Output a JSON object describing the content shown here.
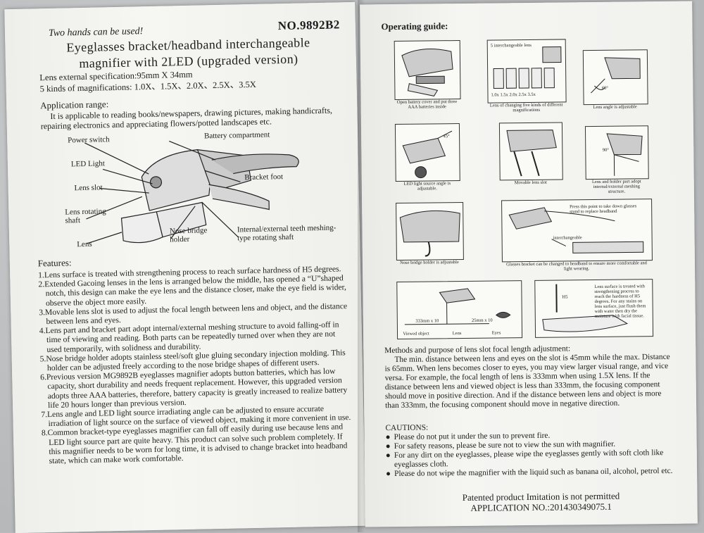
{
  "left": {
    "model_no": "NO.9892B2",
    "tagline": "Two hands can be used!",
    "title_line1": "Eyeglasses bracket/headband interchangeable",
    "title_line2": "magnifier with 2LED (upgraded version)",
    "spec_size": "Lens external specification:95mm X 34mm",
    "spec_mag": "5 kinds of magnifications: 1.0X、1.5X、2.0X、2.5X、3.5X",
    "app_head": "Application range:",
    "app_text": "It is applicable to reading books/newspapers, drawing pictures, making handicrafts, repairing electronics and appreciating flowers/potted landscapes etc.",
    "callouts": {
      "power_switch": "Power switch",
      "battery": "Battery compartment",
      "led": "LED Light",
      "bracket_foot": "Bracket foot",
      "lens_slot": "Lens slot",
      "lens_shaft": "Lens rotating shaft",
      "nose": "Nose bridge holder",
      "teeth": "Internal/external teeth meshing-type rotating shaft",
      "lens": "Lens"
    },
    "features_head": "Features:",
    "features": [
      "1.Lens surface is treated with strengthening process to reach surface hardness of H5 degrees.",
      "2.Extended Gacoing lenses in the lens is arranged below the middle, has opened a “U”shaped notch, this design can make the eye lens and the distance closer, make the eye field is wider, observe the object more easily.",
      "3.Movable lens slot is used to adjust the focal length between lens and object, and the distance between lens and eyes.",
      "4.Lens part and bracket part adopt internal/external meshing structure to avoid falling-off in time of viewing and reading. Both parts can be repeatedly turned over when they are not used temporarily, with solidness and durability.",
      "5.Nose bridge holder adopts stainless steel/soft glue gluing secondary injection molding. This holder can be adjusted freely according to the nose bridge shapes of different users.",
      "6.Previous version MG9892B eyeglasses magnifier adopts button batteries, which has low capacity, short durability and needs frequent replacement. However, this upgraded version adopts three AAA batteries, therefore, battery capacity is greatly increased to realize battery life 20 hours longer than previous version.",
      "7.Lens angle and LED light source irradiating angle can be adjusted to ensure accurate irradiation of light source on the surface of viewed object, making it more convenient in use.",
      "8.Common bracket-type eyeglasses magnifier can fall off easily during use because lens and LED light source part are quite heavy. This product can solve such problem completely. If this magnifier needs to be worn for long time, it is advised to change bracket into headband state, which can make work comfortable."
    ]
  },
  "right": {
    "op_guide": "Operating guide:",
    "captions": {
      "c1": "Open battery cover and put three AAA batteries inside",
      "c2": "Lens of changing five kinds of different magnifications",
      "c2_top": "5 interchangeable lens",
      "c2_mags": "1.0x  1.5x  2.0x  2.5x  3.5x",
      "c3": "Lens angle is adjustable",
      "c3_angle": "60°",
      "c4": "LED light source angle is adjustable.",
      "c4_angle": "45°",
      "c5": "Movable lens slot",
      "c6": "Lens and holder part adopt internal/external meshing structure.",
      "c6_angle": "90°",
      "c7": "Nose bridge holder is adjustable",
      "c8": "Glasses bracket can be changed to headband to ensure more comfortable and light wearing.",
      "c8_note": "Press this point to take down glasses stand to replace headband",
      "c8_inter": "interchangeable",
      "c9_d1": "333mm x 10",
      "c9_d2": "25mm x 10",
      "c9_l1": "Viewed object",
      "c9_l2": "Lens",
      "c9_l3": "Eyes",
      "c10": "Lens surface is treated with strengthening process to reach the hardness of H5 degrees. For any stains on lens surface, just flush them with water then dry the moisture with facial tissue.",
      "c10_h5": "H5"
    },
    "methods_head": "Methods and purpose of lens slot focal length adjustment:",
    "methods_text": "The min. distance between lens and eyes on the slot is 45mm while the max. Distance is 65mm. When lens becomes closer to eyes, you may view larger visual range, and vice versa. For example, the focal length of lens is 333mm when using 1.5X lens. If the distance between lens and viewed object is less than 333mm, the focusing component should move in positive direction. And if the distance between lens and object is more than 333mm, the focusing component should move in negative direction.",
    "cautions_head": "CAUTIONS:",
    "cautions": [
      "Please do not put it under the sun to prevent fire.",
      "For safety reasons, please be sure not to view the sun with magnifier.",
      "For any dirt on the eyeglasses, please wipe the eyeglasses gently with soft cloth like eyeglasses cloth.",
      "Please do not wipe the magnifier with the liquid such as banana oil, alcohol, petrol etc."
    ],
    "footer1": "Patented product    Imitation is not permitted",
    "footer2": "APPLICATION NO.:201430349075.1"
  }
}
